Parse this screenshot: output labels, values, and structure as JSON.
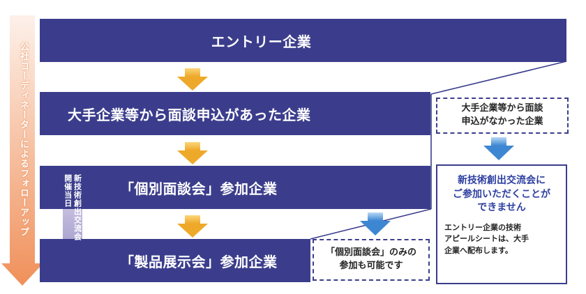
{
  "stages": [
    {
      "label": "エントリー企業"
    },
    {
      "label": "大手企業等から面談申込があった企業"
    },
    {
      "label": "「個別面談会」参加企業"
    },
    {
      "label": "「製品展示会」参加企業"
    }
  ],
  "side_labels": {
    "left_arrow": "公社コーディネーターによるフォローアップ",
    "inner_arrow": "新技術創出交流会\n開催当日"
  },
  "no_request_box": "大手企業等から面談\n申込がなかった企業",
  "individual_only_box": "「個別面談会」のみの\n参加も可能です",
  "notice": {
    "title": "新技術創出交流会に\nご参加いただくことが\nできません",
    "body": "エントリー企業の技術\nアピールシートは、大手\n企業へ配布します。"
  },
  "colors": {
    "bar": "#3b3d8c",
    "down_arrow_gold": "#f2b63a",
    "down_arrow_blue": "#4a8fd6",
    "left_arrow_top": "#fbe5d9",
    "left_arrow_bottom": "#f0905a",
    "inner_arrow": "#9c93c6"
  }
}
